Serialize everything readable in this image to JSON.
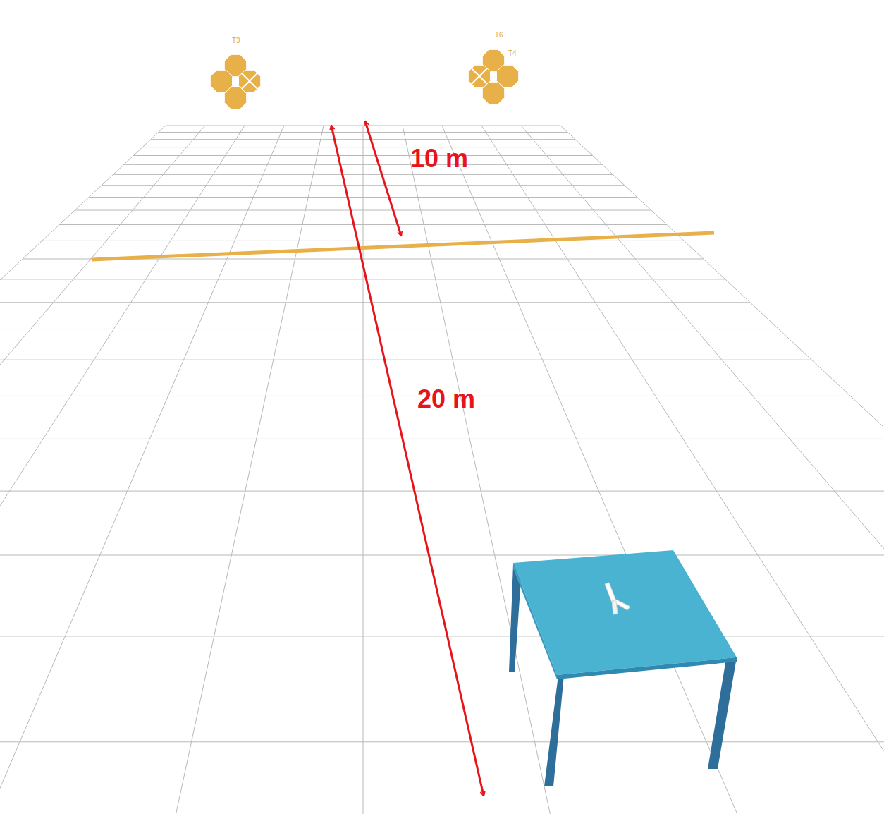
{
  "diagram": {
    "labels": [
      "T3",
      "T6",
      "T4",
      "10 m",
      "20 m"
    ]
  }
}
